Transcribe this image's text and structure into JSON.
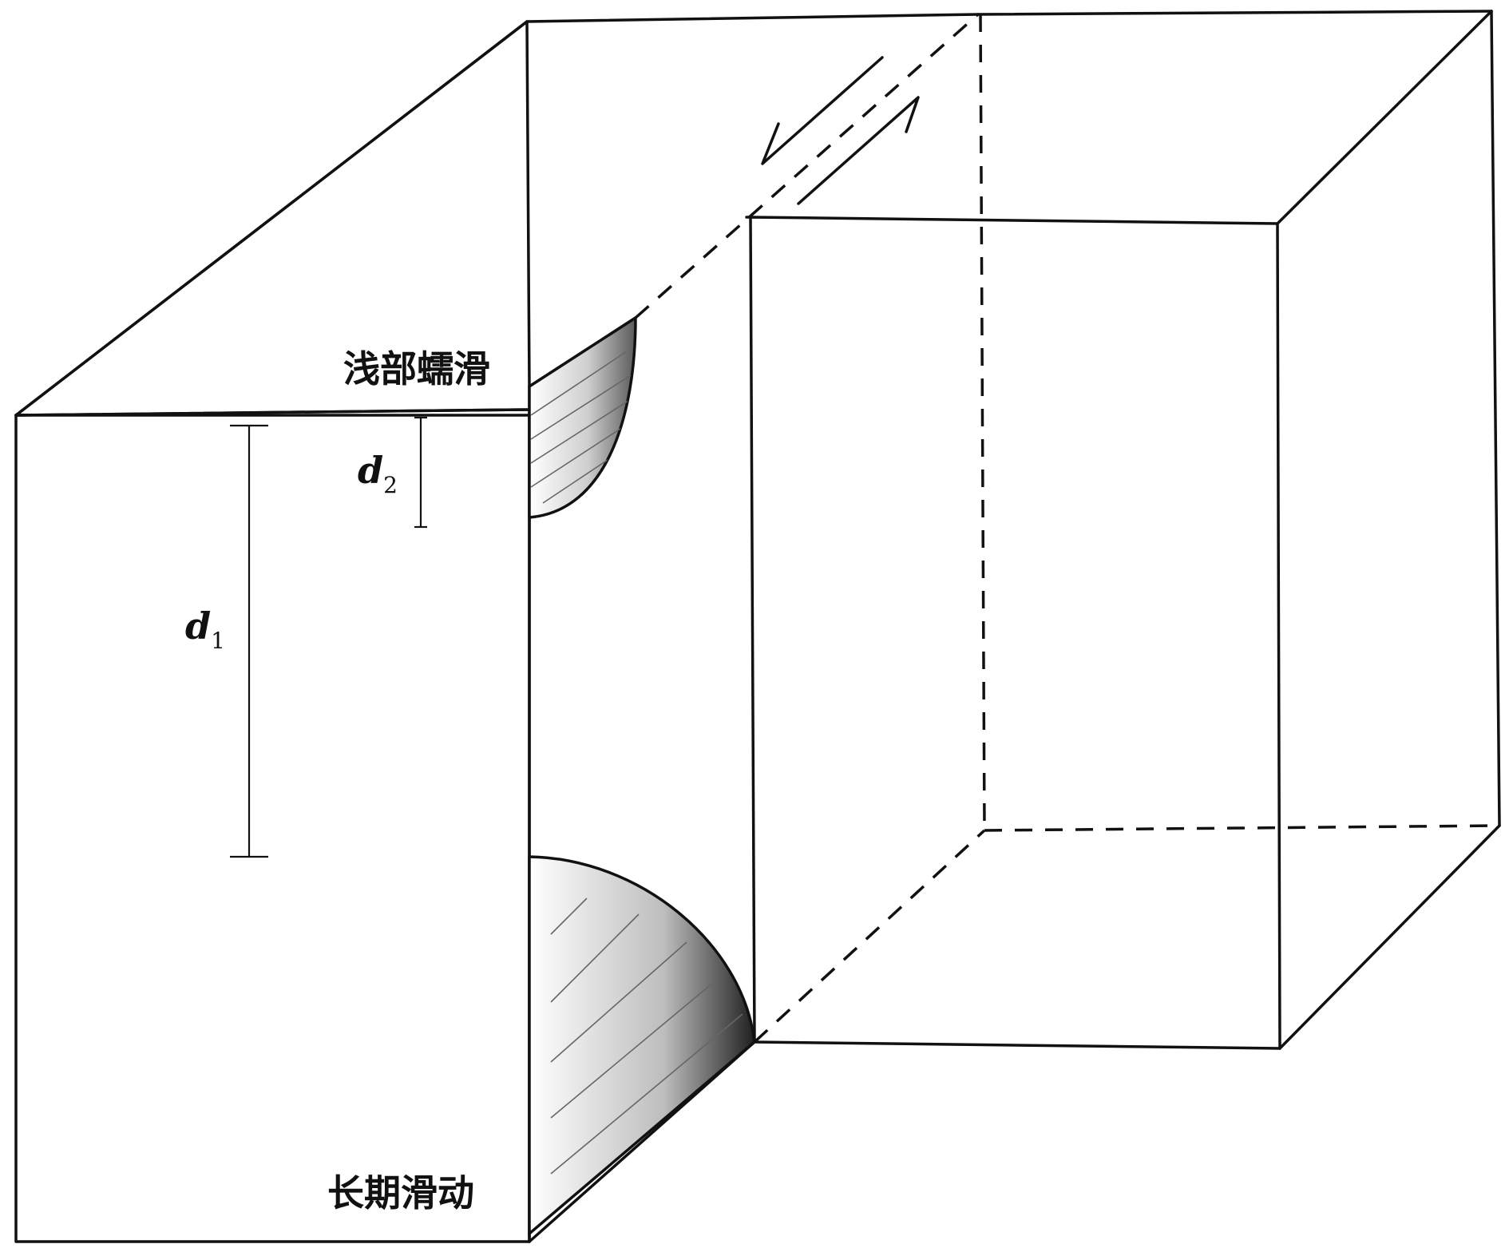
{
  "labels": {
    "shallow_creep": "浅部蠕滑",
    "long_term_slip": "长期滑动",
    "depth1": {
      "symbol": "d",
      "subscript": "1"
    },
    "depth2": {
      "symbol": "d",
      "subscript": "2"
    }
  }
}
